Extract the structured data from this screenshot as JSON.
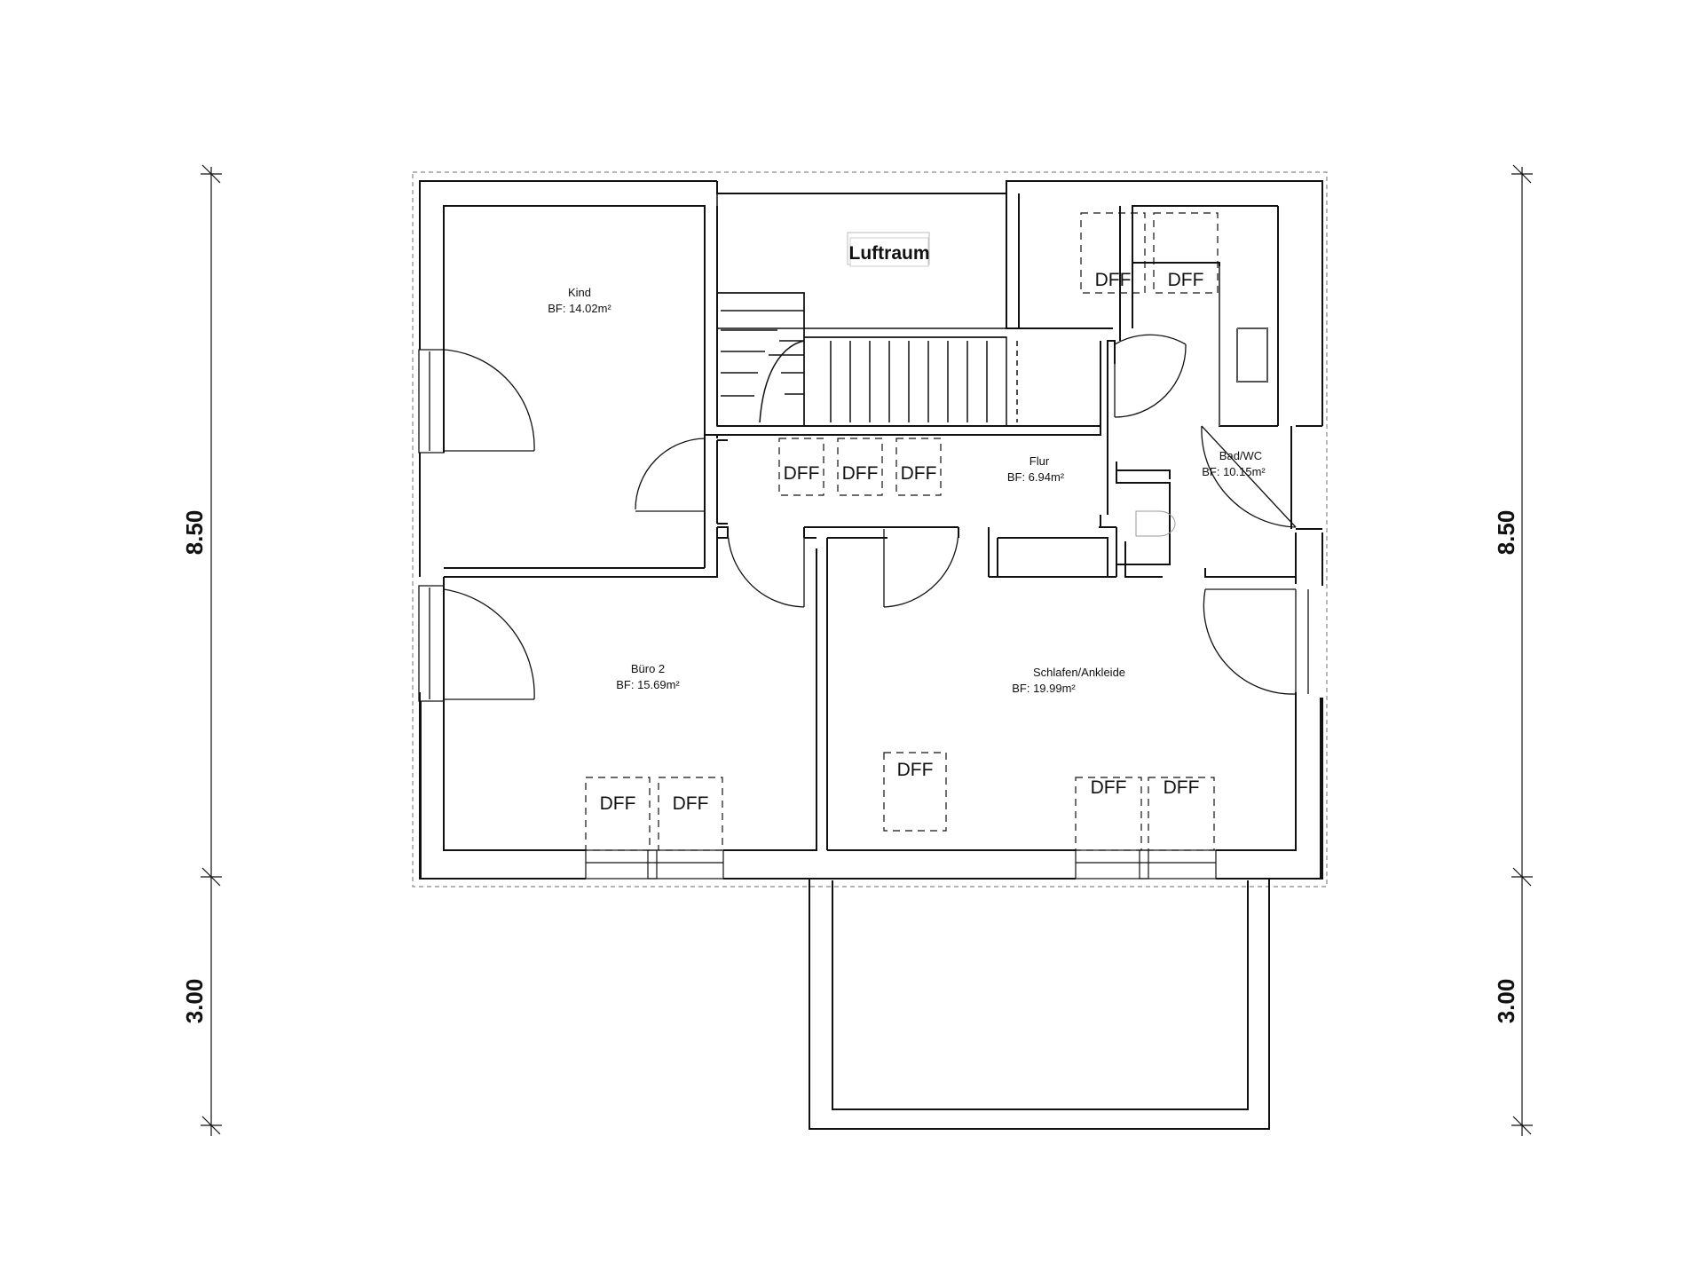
{
  "rooms": {
    "kind": {
      "name": "Kind",
      "area": "BF:  14.02m²"
    },
    "flur": {
      "name": "Flur",
      "area": "BF:  6.94m²"
    },
    "bad": {
      "name": "Bad/WC",
      "area": "BF:  10.15m²"
    },
    "buero": {
      "name": "Büro 2",
      "area": "BF:  15.69m²"
    },
    "schlafen": {
      "name": "Schlafen/Ankleide",
      "area": "BF:  19.99m²"
    },
    "luftraum": {
      "name": "Luftraum"
    }
  },
  "skylight_label": "DFF",
  "dimensions": {
    "left_upper": "8.50",
    "left_lower": "3.00",
    "right_upper": "8.50",
    "right_lower": "3.00"
  },
  "colors": {
    "line": "#111111",
    "outline_dashed": "#888888",
    "background": "#ffffff"
  }
}
